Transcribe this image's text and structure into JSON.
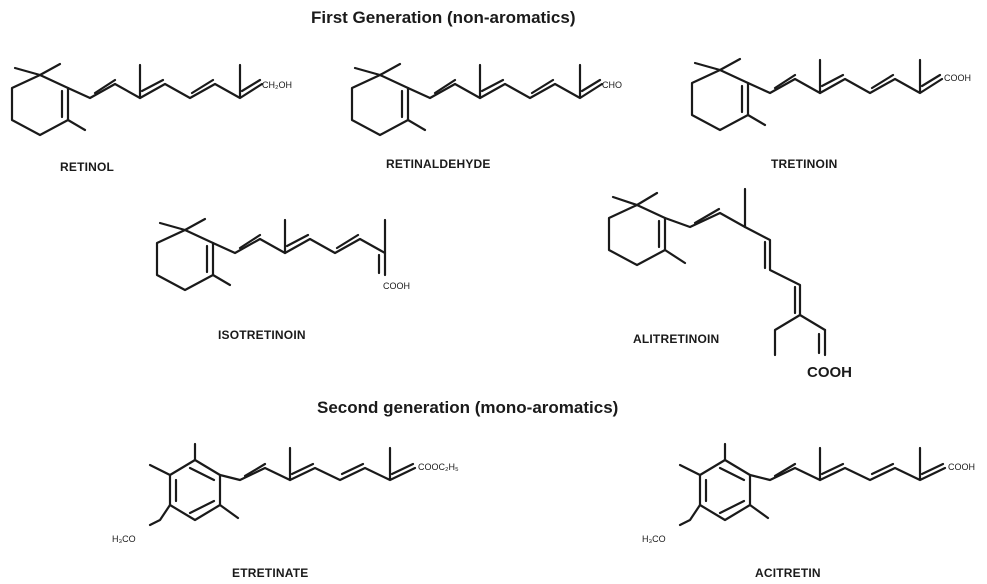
{
  "headings": {
    "first": "First Generation (non-aromatics)",
    "second": "Second generation (mono-aromatics)"
  },
  "molecules": {
    "retinol": {
      "name": "RETINOL",
      "group": "CH₂OH"
    },
    "retinaldehyde": {
      "name": "RETINALDEHYDE",
      "group": "CHO"
    },
    "tretinoin": {
      "name": "TRETINOIN",
      "group": "COOH"
    },
    "isotretinoin": {
      "name": "ISOTRETINOIN",
      "group": "COOH"
    },
    "alitretinoin": {
      "name": "ALITRETINOIN",
      "group": "COOH"
    },
    "etretinate": {
      "name": "ETRETINATE",
      "group": "COOC₂H₅",
      "methoxy": "H₃CO"
    },
    "acitretin": {
      "name": "ACITRETIN",
      "group": "COOH",
      "methoxy": "H₃CO"
    }
  }
}
